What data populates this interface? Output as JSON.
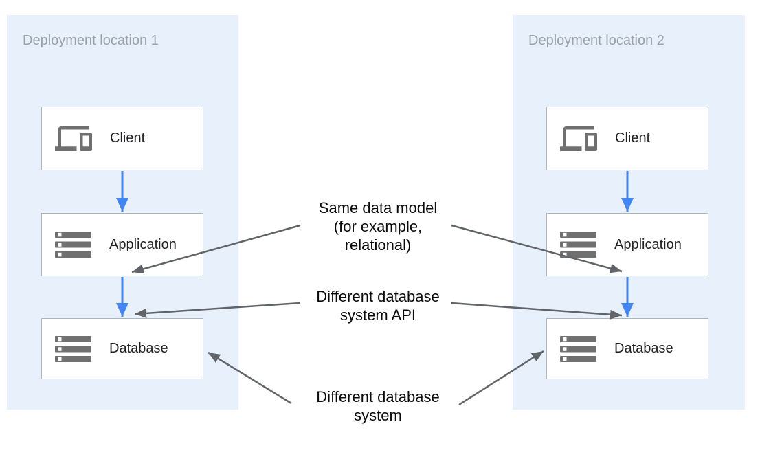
{
  "diagram": {
    "panels": [
      {
        "title": "Deployment location 1",
        "nodes": [
          {
            "label": "Client",
            "icon": "devices-icon"
          },
          {
            "label": "Application",
            "icon": "server-stack-icon"
          },
          {
            "label": "Database",
            "icon": "server-stack-icon"
          }
        ]
      },
      {
        "title": "Deployment location 2",
        "nodes": [
          {
            "label": "Client",
            "icon": "devices-icon"
          },
          {
            "label": "Application",
            "icon": "server-stack-icon"
          },
          {
            "label": "Database",
            "icon": "server-stack-icon"
          }
        ]
      }
    ],
    "annotations": [
      {
        "lines": [
          "Same data model",
          "(for example,",
          "relational)"
        ]
      },
      {
        "lines": [
          "Different database",
          "system API"
        ]
      },
      {
        "lines": [
          "Different database",
          "system"
        ]
      }
    ],
    "colors": {
      "panel_bg": "#E8F0FB",
      "panel_title": "#9AA0A6",
      "node_border": "#AEB4B9",
      "node_label": "#202124",
      "icon_gray": "#707070",
      "flow_arrow_blue": "#4285F4",
      "annotation_arrow_gray": "#606368",
      "annotation_text": "#0B0B0B"
    }
  }
}
